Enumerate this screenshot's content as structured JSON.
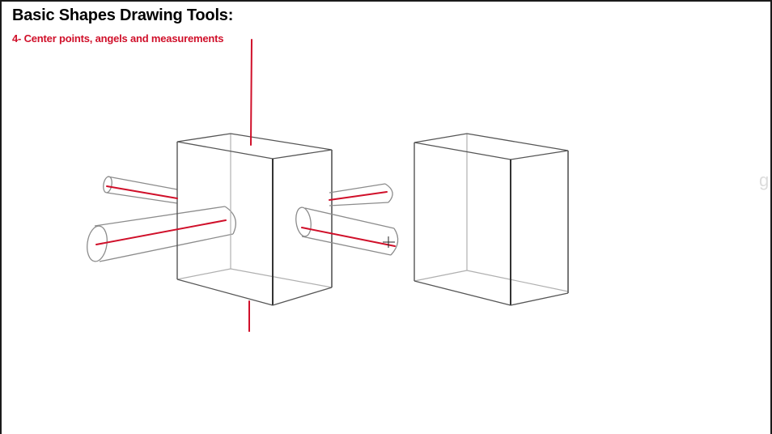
{
  "header": {
    "title": "Basic Shapes Drawing Tools:",
    "subtitle": "4- Center points, angels and measurements"
  },
  "edge_glyph": "g",
  "colors": {
    "accent_red": "#d0102a",
    "sketch_line": "#555555",
    "sketch_light": "#9a9a9a",
    "background": "#ffffff"
  }
}
